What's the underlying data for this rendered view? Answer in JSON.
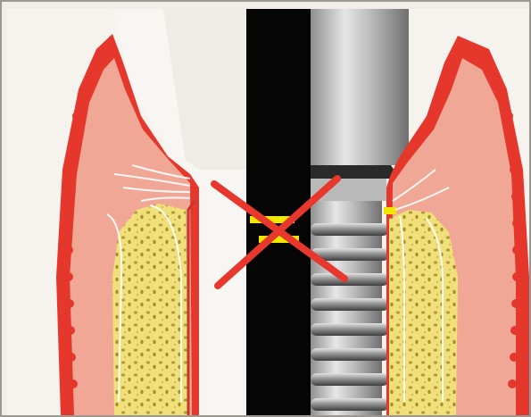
{
  "image": {
    "panels": [
      {
        "name": "natural-tooth",
        "side": "left"
      },
      {
        "name": "dental-implant",
        "side": "right"
      }
    ],
    "overlay": {
      "symbol": "cross-mark",
      "color": "#e8372c"
    },
    "divider": {
      "color": "#050505",
      "accent_color": "#f2e500"
    },
    "colors": {
      "gingiva_outer": "#e5372b",
      "gingiva_inner": "#f0a796",
      "bone": "#efe07a",
      "bone_pores": "#b79a3a",
      "tooth": "#f7f4ee",
      "implant_metal": "#c8c8c8",
      "implant_dark": "#5a5a5a"
    }
  }
}
